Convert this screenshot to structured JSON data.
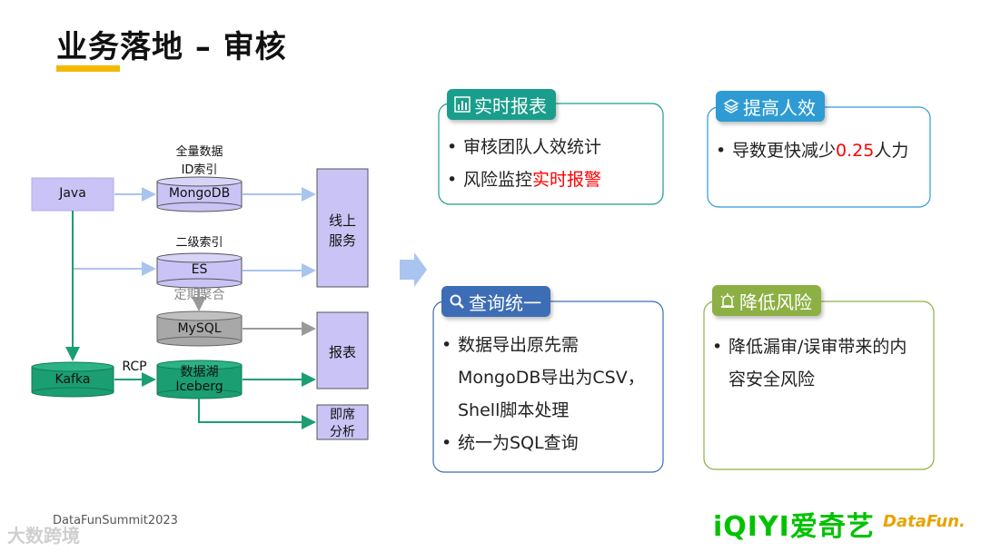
{
  "title": "业务落地 – 审核",
  "diagram": {
    "java": "Java",
    "mongo_caption_1": "全量数据",
    "mongo_caption_2": "ID索引",
    "mongodb": "MongoDB",
    "es_caption": "二级索引",
    "es": "ES",
    "agg_caption": "定期聚合",
    "mysql": "MySQL",
    "kafka": "Kafka",
    "rcp": "RCP",
    "lake_1": "数据湖",
    "lake_2": "Iceberg",
    "online_1": "线上",
    "online_2": "服务",
    "report": "报表",
    "adhoc_1": "即席",
    "adhoc_2": "分析"
  },
  "panels": {
    "realtime": {
      "tag": "实时报表",
      "item1": "审核团队人效统计",
      "item2_prefix": "风险监控",
      "item2_highlight": "实时报警"
    },
    "efficiency": {
      "tag": "提高人效",
      "prefix": "导数更快减少",
      "highlight": "0.25",
      "suffix": "人力"
    },
    "query": {
      "tag": "查询统一",
      "line1": "数据导出原先需",
      "line2": "MongoDB导出为CSV，",
      "line3": "Shell脚本处理",
      "line4": "统一为SQL查询"
    },
    "risk": {
      "tag": "降低风险",
      "line1": "降低漏审/误审带来的内",
      "line2": "容安全风险"
    }
  },
  "footer": {
    "summit": "DataFunSummit2023",
    "watermark": "大数跨境",
    "iqiyi": "iQIYI爱奇艺",
    "datafun": "DataFun."
  },
  "colors": {
    "accent": "#f5b800",
    "blue_tag": "#2e9bd4",
    "green_tag": "#7bb842",
    "kafka_green": "#1a9e72",
    "highlight_red": "#ff0000",
    "lavender": "#c9c4f5"
  }
}
